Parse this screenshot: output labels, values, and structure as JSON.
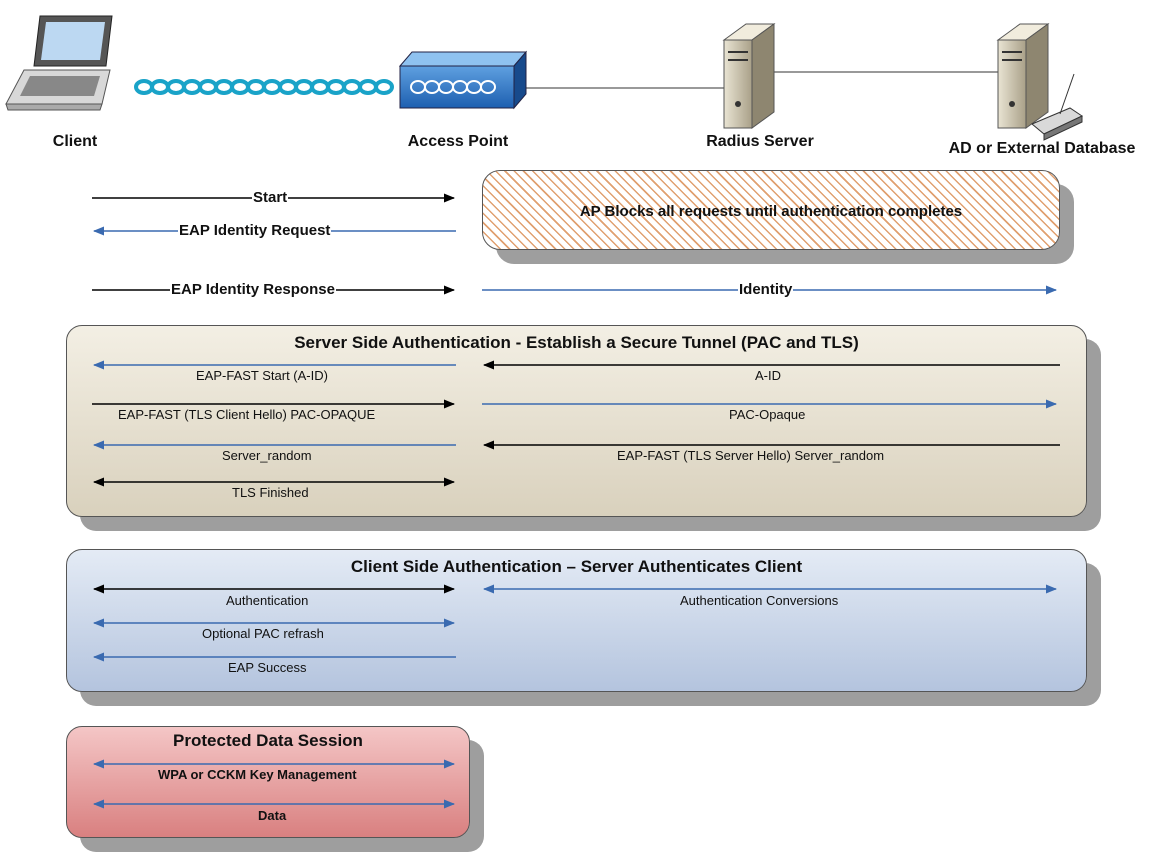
{
  "entities": {
    "client": "Client",
    "access_point": "Access Point",
    "radius_server": "Radius Server",
    "ad_database": "AD or External Database"
  },
  "initial": {
    "start": "Start",
    "identity_request": "EAP Identity Request",
    "identity_response": "EAP Identity Response",
    "identity": "Identity",
    "ap_blocks": "AP Blocks all requests until authentication completes"
  },
  "server_side": {
    "title": "Server Side Authentication - Establish a Secure Tunnel (PAC and TLS)",
    "fast_start": "EAP-FAST Start  (A-ID)",
    "aid": "A-ID",
    "client_hello": "EAP-FAST (TLS Client Hello)  PAC-OPAQUE",
    "pac_opaque": "PAC-Opaque",
    "server_random": "Server_random",
    "server_hello": "EAP-FAST (TLS Server Hello) Server_random",
    "tls_finished": "TLS Finished"
  },
  "client_side": {
    "title": "Client Side Authentication – Server Authenticates Client",
    "authentication": "Authentication",
    "auth_conversions": "Authentication Conversions",
    "pac_refresh": "Optional PAC refrash",
    "eap_success": "EAP Success"
  },
  "protected": {
    "title": "Protected Data Session",
    "key_mgmt": "WPA or CCKM Key Management",
    "data": "Data"
  },
  "colors": {
    "blue_arrow": "#3a6ab0",
    "black_arrow": "#000000",
    "server_box": "#e3ddcd",
    "client_box": "#c6d2e6",
    "protected_box": "#e39a9a",
    "hatch": "#e0a070"
  }
}
